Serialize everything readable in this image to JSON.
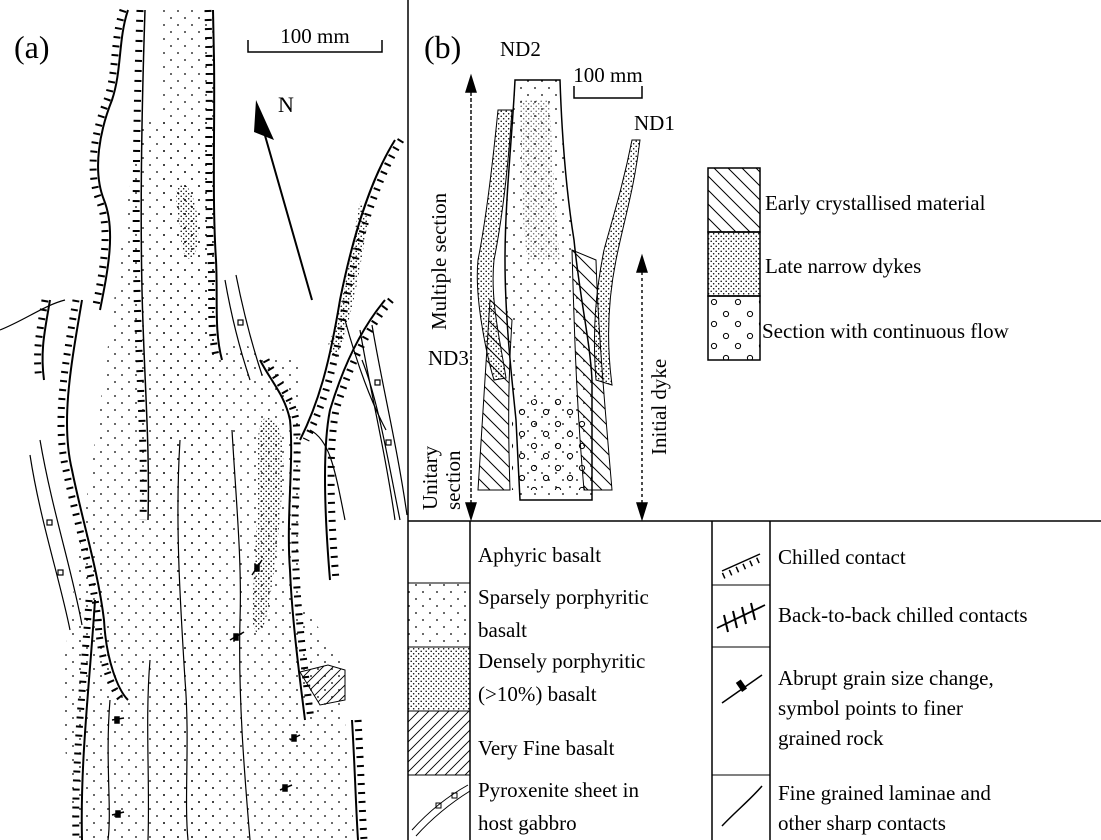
{
  "panel_a": {
    "label": "(a)",
    "scale_text": "100 mm",
    "north_text": "N"
  },
  "panel_b": {
    "label": "(b)",
    "scale_text": "100 mm",
    "dyke_labels": {
      "nd1": "ND1",
      "nd2": "ND2",
      "nd3": "ND3"
    },
    "section_labels": {
      "multiple": "Multiple section",
      "unitary_line1": "Unitary",
      "unitary_line2": "section",
      "initial": "Initial dyke"
    },
    "inset_legend": [
      "Early crystallised material",
      "Late narrow dykes",
      "Section with continuous flow"
    ]
  },
  "legend": {
    "left": [
      {
        "lines": [
          "Aphyric basalt"
        ]
      },
      {
        "lines": [
          "Sparsely porphyritic",
          "basalt"
        ]
      },
      {
        "lines": [
          "Densely porphyritic",
          "(>10%) basalt"
        ]
      },
      {
        "lines": [
          "Very Fine basalt"
        ]
      },
      {
        "lines": [
          "Pyroxenite sheet in",
          "host gabbro"
        ]
      }
    ],
    "right": [
      {
        "lines": [
          "Chilled contact"
        ]
      },
      {
        "lines": [
          "Back-to-back chilled contacts"
        ]
      },
      {
        "lines": [
          "Abrupt grain size change,",
          "symbol points to finer",
          "grained rock"
        ]
      },
      {
        "lines": [
          "Fine grained laminae and",
          "other sharp contacts"
        ]
      }
    ]
  }
}
